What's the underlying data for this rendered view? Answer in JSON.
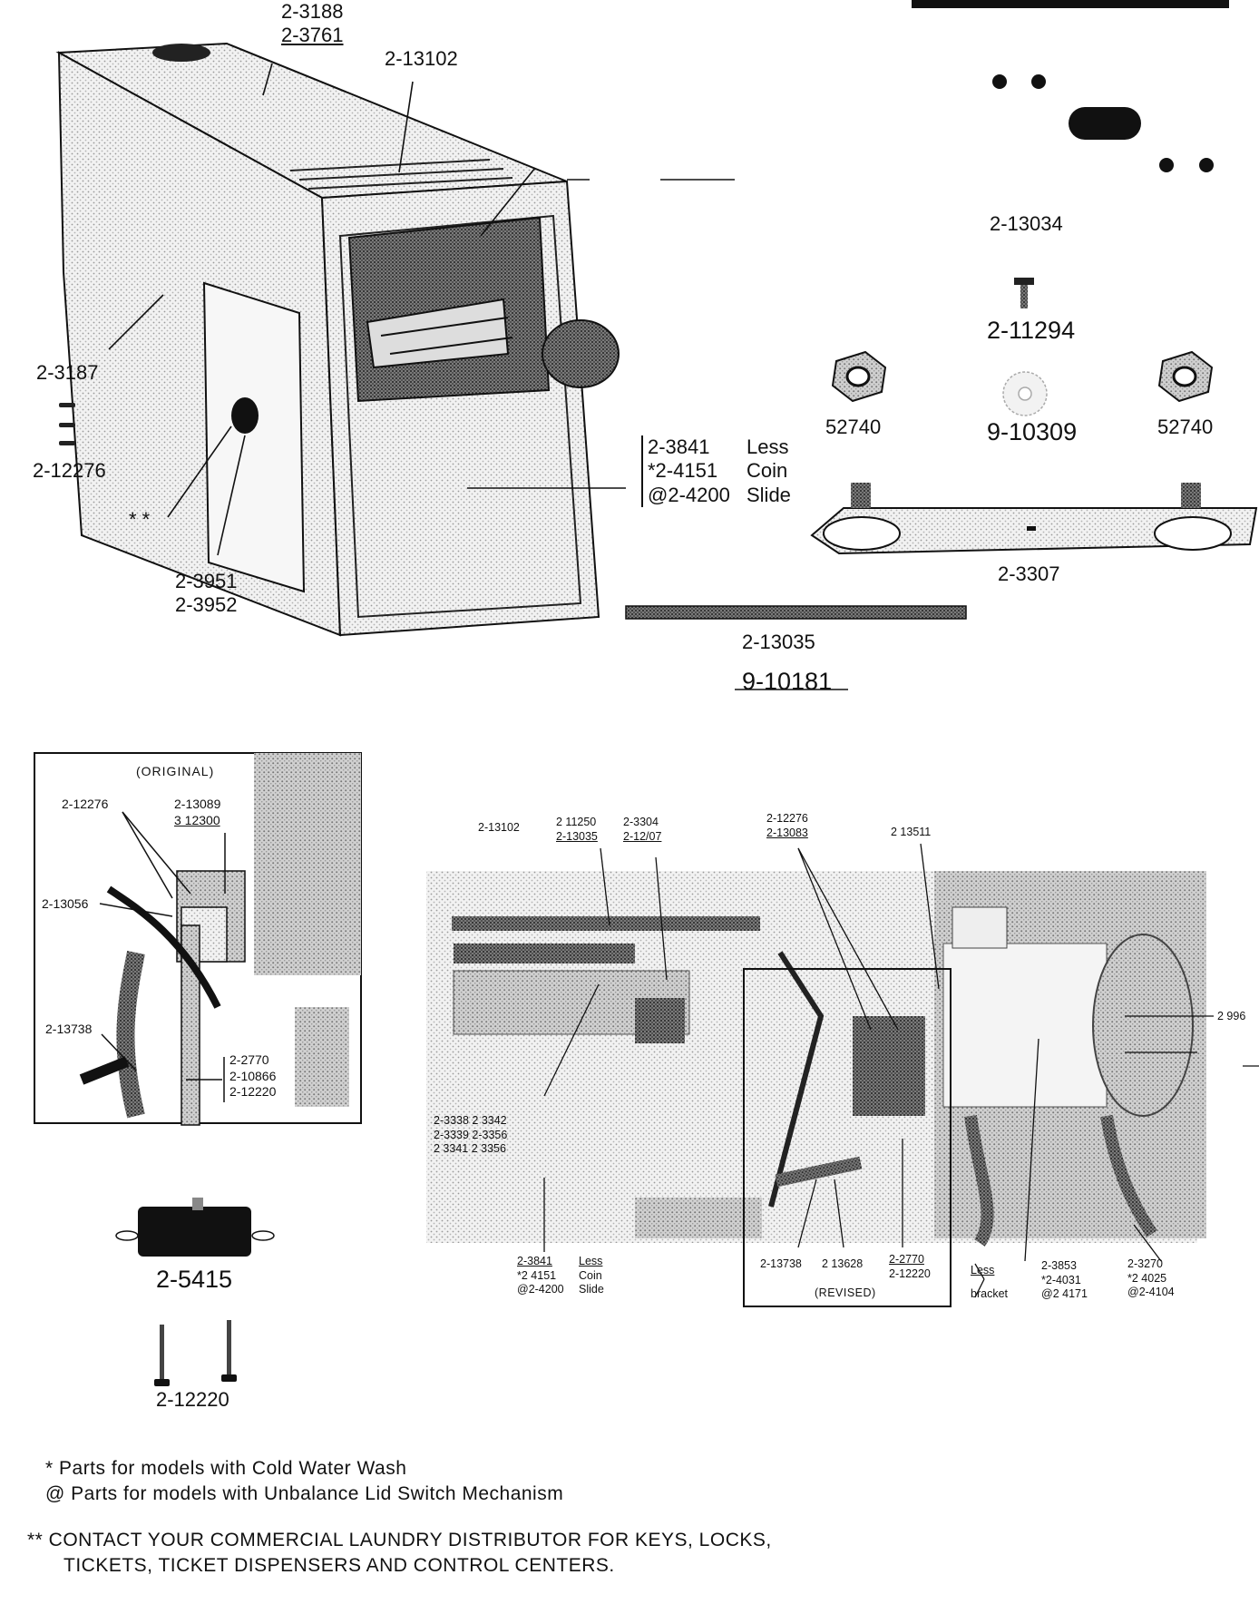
{
  "header": {
    "title_partial": "CONTROL CENTER"
  },
  "top": {
    "cabinet_top": [
      "2-3188",
      "2-3761"
    ],
    "cabinet_vent": "2-13102",
    "side_panel": "2-3187",
    "screws": "2-12276",
    "key_lock": "* *",
    "label_plate": [
      "2-3951",
      "2-3952"
    ],
    "coin_slide": {
      "parts": [
        "2-3841",
        "*2-4151",
        "@2-4200"
      ],
      "words": [
        "Less",
        "Coin",
        "Slide"
      ]
    },
    "hardware": {
      "plate": "2-13034",
      "screw": "2-11294",
      "nut_left": "52740",
      "washer": "9-10309",
      "nut_right": "52740",
      "bracket": "2-3307",
      "rod": "2-13035",
      "rod_alt": "9-10181"
    }
  },
  "inset_original": {
    "title": "(ORIGINAL)",
    "labels": {
      "a": "2-12276",
      "b": [
        "2-13089",
        "3 12300"
      ],
      "c": "2-13056",
      "d": "2-13738",
      "e": [
        "2-2770",
        "2-10866",
        "2-12220"
      ]
    }
  },
  "main_photo": {
    "labels": {
      "vent": "2-13102",
      "rod": [
        "2 11250",
        "2-13035"
      ],
      "switch": [
        "2-3304",
        "2-12/07"
      ],
      "spring": [
        "2-12276",
        "2-13083"
      ],
      "bracket": "2 13511",
      "timer": "2 996",
      "linkage": [
        "2-3338  2 3342",
        "2-3339  2-3356",
        "2 3341  2 3356"
      ],
      "coin_slide_parts": [
        "2-3841",
        "*2 4151",
        "@2-4200"
      ],
      "coin_slide_words": [
        "Less",
        "Coin",
        "Slide"
      ],
      "revised_labels": [
        "2-13738",
        "2 13628"
      ],
      "revised_screw": [
        "2-2770",
        "2-12220"
      ],
      "revised_title": "(REVISED)",
      "bracket_words": [
        "Less",
        "bracket"
      ],
      "bracket_parts": [
        "2-3853",
        "*2-4031",
        "@2 4171"
      ],
      "harness_parts": [
        "2-3270",
        "*2 4025",
        "@2-4104"
      ]
    }
  },
  "small_parts": {
    "switch": "2-5415",
    "screws": "2-12220"
  },
  "notes": {
    "star": "* Parts for models with Cold Water Wash",
    "at": "@ Parts for models with Unbalance Lid Switch Mechanism",
    "contact_1": "** CONTACT YOUR COMMERCIAL LAUNDRY DISTRIBUTOR FOR KEYS, LOCKS,",
    "contact_2": "TICKETS, TICKET DISPENSERS AND CONTROL CENTERS."
  }
}
